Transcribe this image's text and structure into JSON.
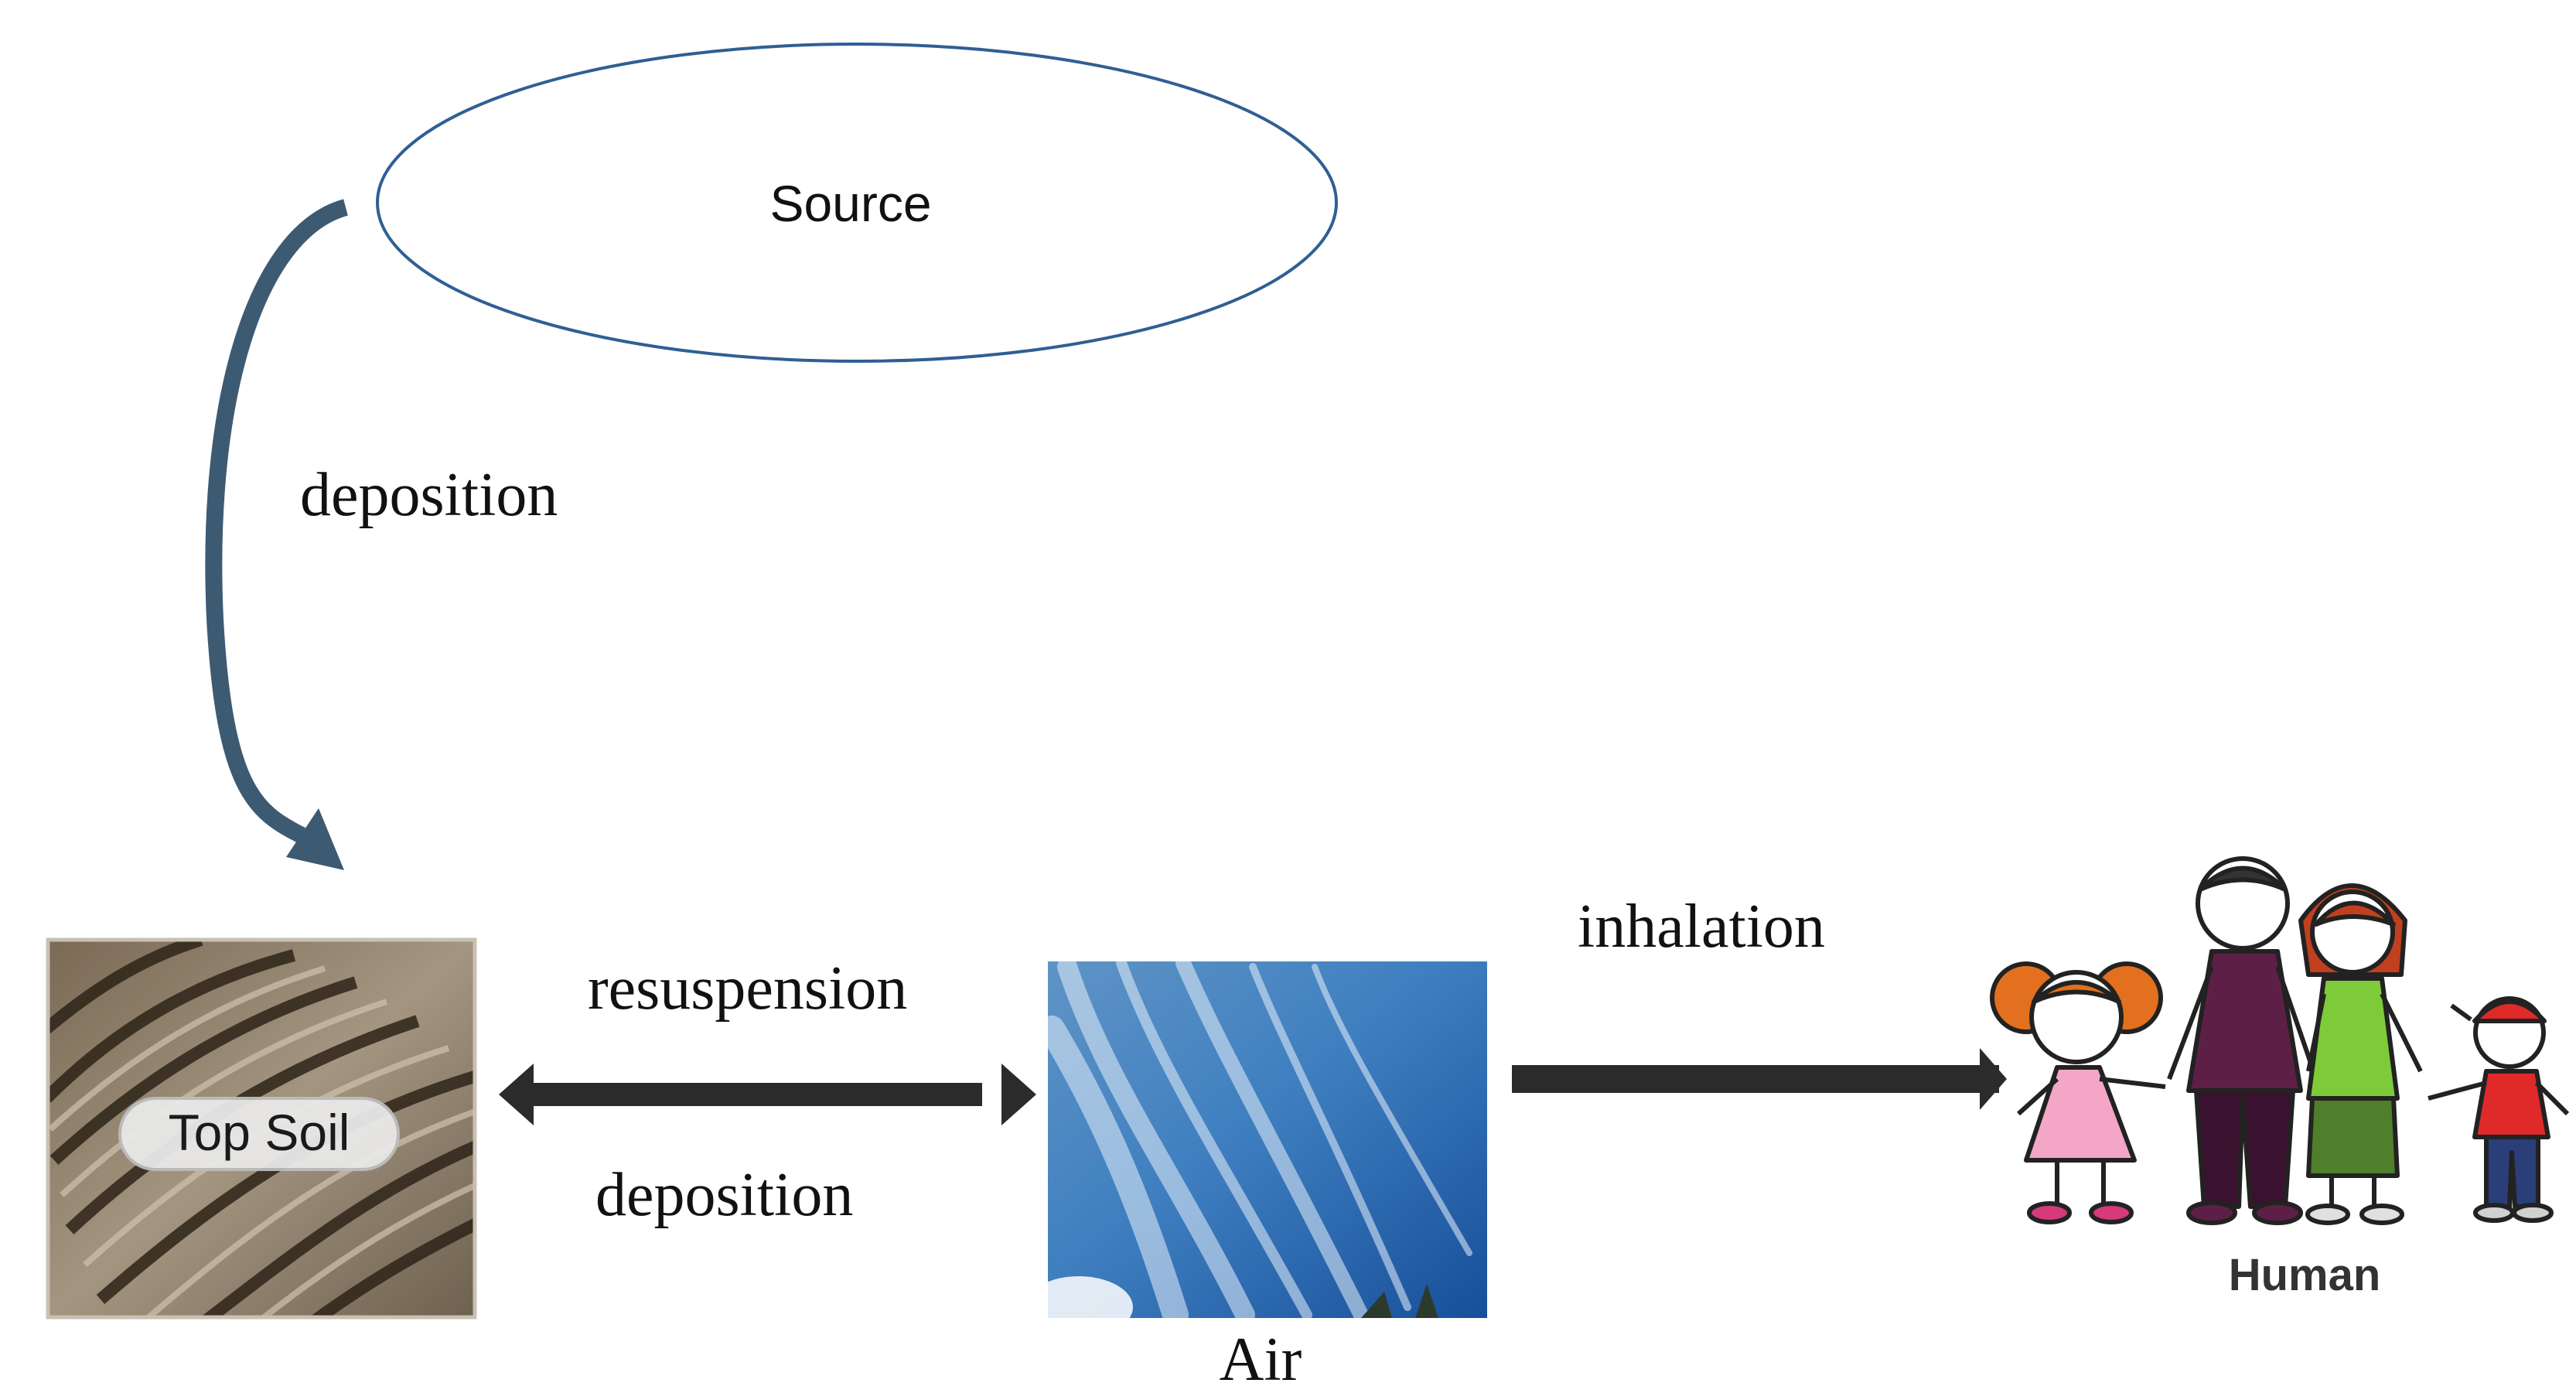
{
  "nodes": {
    "source": {
      "label": "Source"
    },
    "top_soil": {
      "label": "Top Soil"
    },
    "air": {
      "label": "Air"
    },
    "human": {
      "label": "Human"
    }
  },
  "edges": [
    {
      "from": "source",
      "to": "top_soil",
      "label": "deposition"
    },
    {
      "from": "top_soil",
      "to": "air",
      "label": "resuspension"
    },
    {
      "from": "air",
      "to": "top_soil",
      "label": "deposition"
    },
    {
      "from": "air",
      "to": "human",
      "label": "inhalation"
    }
  ],
  "colors": {
    "source_outline": "#2f5f94",
    "curved_arrow": "#3d5a73",
    "arrow": "#2b2b2b"
  }
}
